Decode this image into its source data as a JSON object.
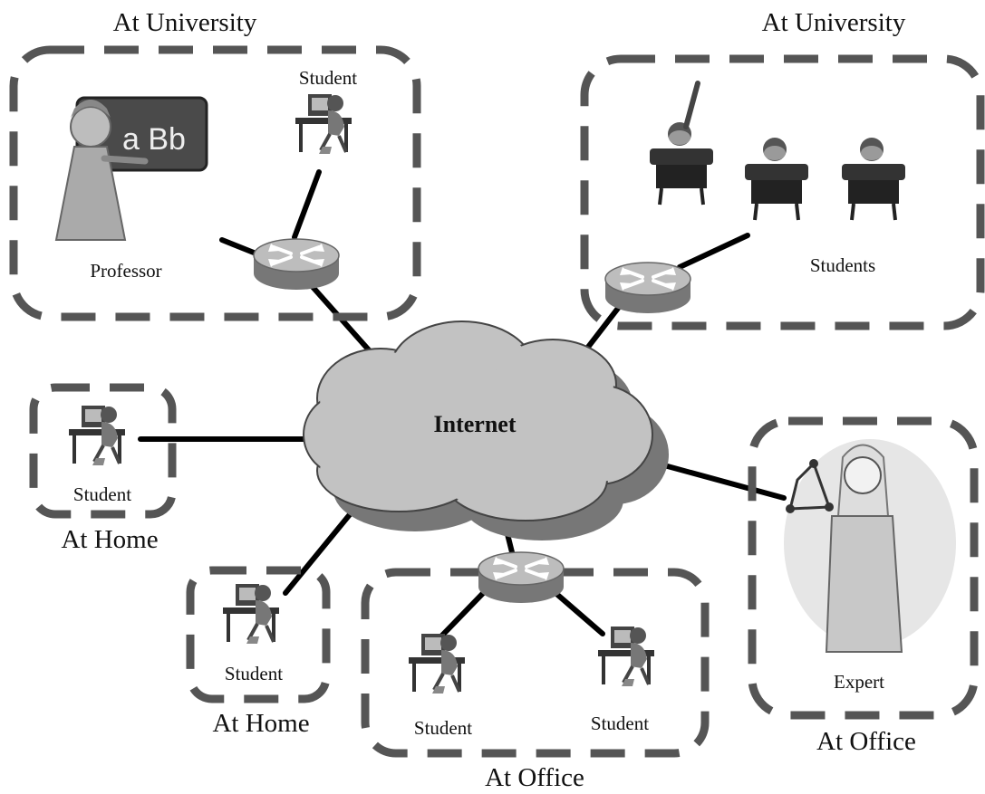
{
  "diagram": {
    "center": {
      "label": "Internet",
      "icon": "cloud-icon"
    },
    "groups": {
      "university_left": {
        "label": "At University"
      },
      "university_right": {
        "label": "At University"
      },
      "home_left": {
        "label": "At Home"
      },
      "home_bottom": {
        "label": "At Home"
      },
      "office_bottom": {
        "label": "At Office"
      },
      "office_right": {
        "label": "At Office"
      }
    },
    "nodes": {
      "professor": {
        "label": "Professor",
        "icon": "professor-chalkboard-icon"
      },
      "student_univ": {
        "label": "Student",
        "icon": "student-computer-icon"
      },
      "students_class": {
        "label": "Students",
        "icon": "students-desks-icon"
      },
      "student_home_left": {
        "label": "Student",
        "icon": "student-computer-icon"
      },
      "student_home_bottom": {
        "label": "Student",
        "icon": "student-computer-icon"
      },
      "student_office_1": {
        "label": "Student",
        "icon": "student-computer-icon"
      },
      "student_office_2": {
        "label": "Student",
        "icon": "student-computer-icon"
      },
      "expert": {
        "label": "Expert",
        "icon": "expert-woman-icon"
      }
    },
    "routers": [
      "router-icon",
      "router-icon",
      "router-icon"
    ]
  }
}
